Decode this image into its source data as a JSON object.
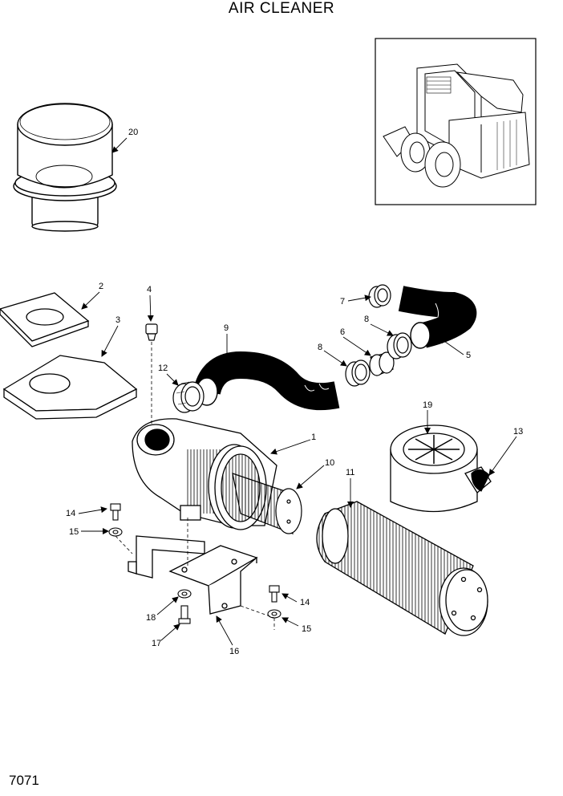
{
  "title": "AIR CLEANER",
  "page_number": "7071",
  "callouts": {
    "c1": "1",
    "c2": "2",
    "c3": "3",
    "c4": "4",
    "c5": "5",
    "c6": "6",
    "c7": "7",
    "c8a": "8",
    "c8b": "8",
    "c9": "9",
    "c10": "10",
    "c11": "11",
    "c12": "12",
    "c13": "13",
    "c14a": "14",
    "c14b": "14",
    "c15a": "15",
    "c15b": "15",
    "c16": "16",
    "c17": "17",
    "c18": "18",
    "c19": "19",
    "c20": "20"
  }
}
